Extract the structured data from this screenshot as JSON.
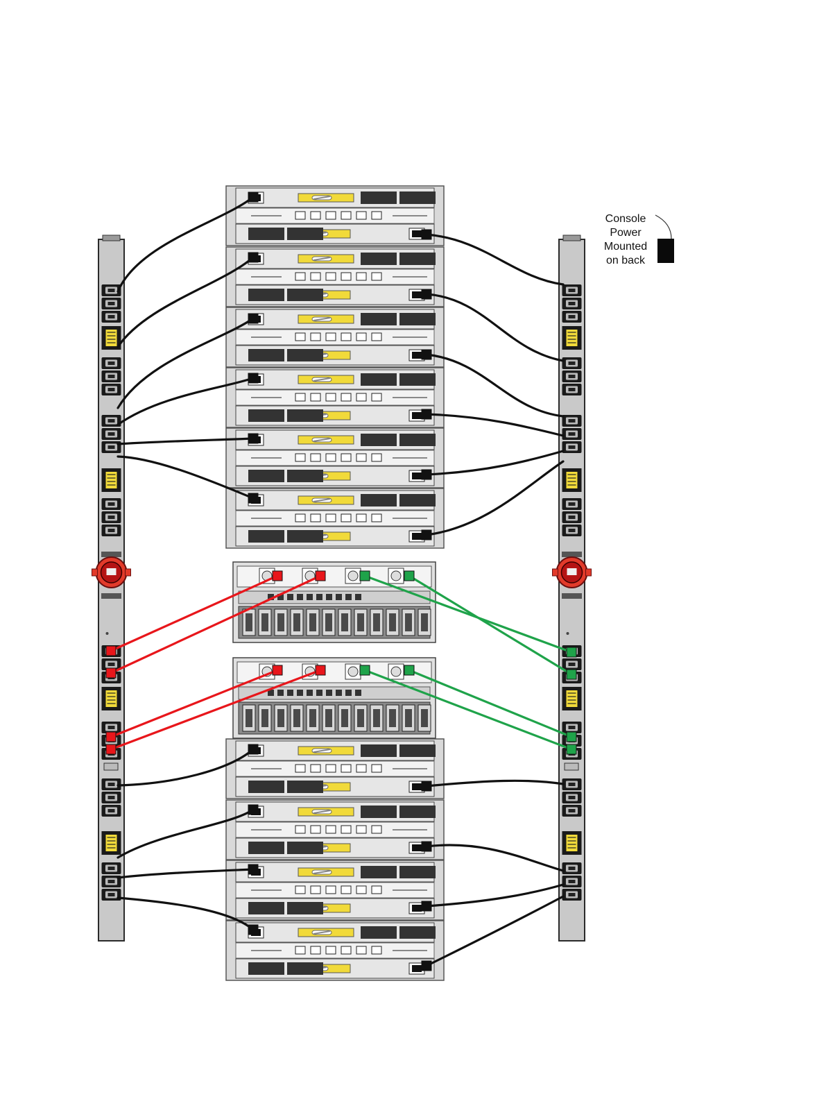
{
  "console_note": {
    "lines": [
      "Console",
      "Power",
      "Mounted",
      "on back"
    ]
  },
  "colors": {
    "cable_black": "#111111",
    "cable_red": "#e8161b",
    "cable_green": "#1fa34a",
    "pdu_body": "#c9c9c9",
    "pdu_outline": "#2a2a2a",
    "breaker_red": "#d42020",
    "label_yellow": "#f1da3a",
    "chassis_gray": "#e6e6e6"
  },
  "rack": {
    "left_pdu": {
      "outlet_groups": 7
    },
    "right_pdu": {
      "outlet_groups": 7
    },
    "upper_storage_shelves": 6,
    "controller_chassis": 2,
    "lower_storage_shelves": 4
  }
}
